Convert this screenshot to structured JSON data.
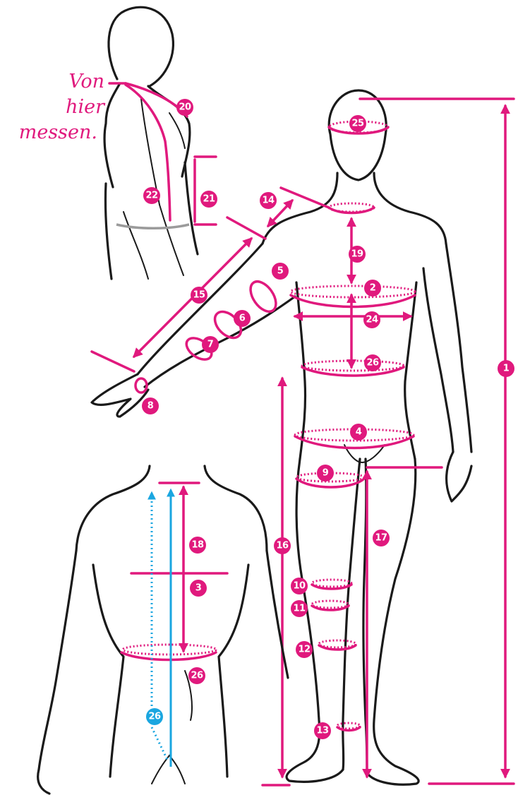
{
  "note": {
    "lines": [
      "Von",
      "hier",
      "messen."
    ]
  },
  "badges": {
    "b1": "1",
    "b2": "2",
    "b3": "3",
    "b4": "4",
    "b5": "5",
    "b6": "6",
    "b7": "7",
    "b8": "8",
    "b9": "9",
    "b10": "10",
    "b11": "11",
    "b12": "12",
    "b13": "13",
    "b14": "14",
    "b15": "15",
    "b16": "16",
    "b17": "17",
    "b18": "18",
    "b19": "19",
    "b20": "20",
    "b21": "21",
    "b22": "22",
    "b24": "24",
    "b25": "25",
    "b26_front": "26",
    "b26_back": "26",
    "b26_blue": "26"
  },
  "colors": {
    "accent": "#e0197d",
    "secondary": "#1aa6e0",
    "outline": "#1a1a1a",
    "waistline_gray": "#9b9b9b"
  }
}
